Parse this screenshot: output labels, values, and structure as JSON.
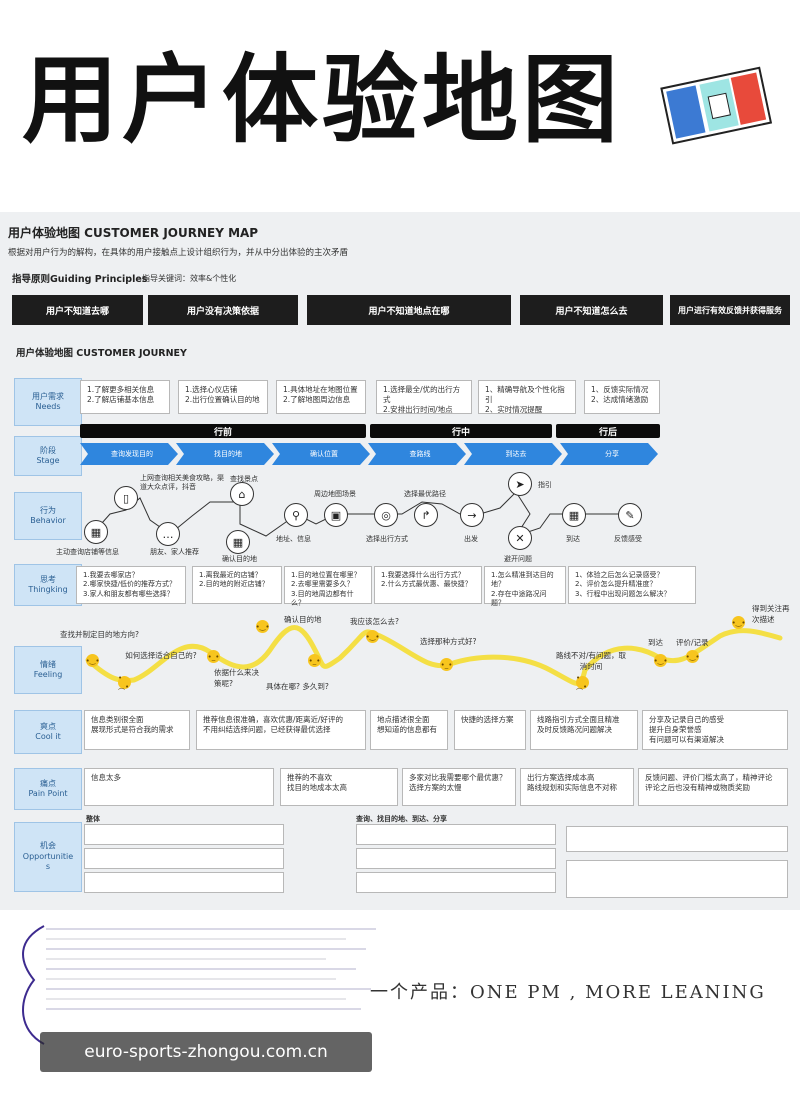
{
  "title": "用户体验地图",
  "header": {
    "title": "用户体验地图  CUSTOMER JOURNEY MAP",
    "subtitle": "根据对用户行为的解构，在具体的用户接触点上设计组织行为，并从中分出体验的主次矛盾",
    "principles_label": "指导原则Guiding Principles",
    "keywords": "指导关键词：效率&个性化"
  },
  "principles": [
    "用户不知道去哪",
    "用户没有决策依据",
    "用户不知道地点在哪",
    "用户不知道怎么去",
    "用户进行有效反馈并获得服务"
  ],
  "section_title": "用户体验地图  CUSTOMER JOURNEY",
  "rows": {
    "needs": "用户需求\nNeeds",
    "stage": "阶段\nStage",
    "behavior": "行为\nBehavior",
    "thinking": "思考\nThingking",
    "feeling": "情绪\nFeeling",
    "cool": "爽点\nCool it",
    "pain": "痛点\nPain Point",
    "opp": "机会\nOpportunitie\ns"
  },
  "needs": [
    "1.了解更多相关信息\n2.了解店铺基本信息",
    "1.选择心仪店铺\n2.出行位置确认目的地",
    "1.具体地址在地图位置\n2.了解地图周边信息",
    "1.选择最全/优的出行方式\n2.安排出行时间/地点",
    "1、精确导航及个性化指引\n2、实时情况提醒",
    "1、反馈实际情况\n2、达成情绪激励"
  ],
  "phases": [
    "行前",
    "行中",
    "行后"
  ],
  "stages": [
    "查询发现目的",
    "找目的地",
    "确认位置",
    "查路线",
    "到达去",
    "分享"
  ],
  "behavior": {
    "items": [
      "主动查询店铺等信息",
      "上网查询相关美食攻略，渠道大众点评，抖音",
      "朋友、家人推荐",
      "查找景点",
      "确认目的地",
      "地址、信息",
      "周边地图场景",
      "选择出行方式",
      "选择最优路径",
      "出发",
      "指引",
      "避开问题",
      "到达",
      "反馈感受"
    ]
  },
  "thinking": [
    "1.我要去哪家店？\n2.哪家快捷/低价的推荐方式？\n3.家人和朋友都有哪些选择？",
    "1.离我最近的店铺？\n2.目的地的附近店铺？",
    "1.目的地位置在哪里？\n2.去哪里需要多久？\n3.目的地周边都有什么？",
    "1.我要选择什么出行方式？\n2.什么方式最优惠、最快捷？",
    "1.怎么精准到达目的地？\n2.存在中途路况问题？",
    "1、体验之后怎么记录感受？\n2、评价怎么提升精准度？\n3、行程中出现问题怎么解决？"
  ],
  "feelings": [
    "查找并制定目的地方向?",
    "如何选择适合自己的?",
    "依据什么来决策呢?",
    "确认目的地",
    "具体在哪?  多久到?",
    "我应该怎么去?",
    "选择那种方式好?",
    "路线不对/有问题，取消时间",
    "到达",
    "评价/记录",
    "得到关注再次描述"
  ],
  "cool": [
    "信息类别很全面\n展现形式是符合我的需求",
    "推荐信息很准确，喜欢优惠/距离近/好评的\n不用纠结选择问题，已经获得最优选择",
    "地点描述很全面\n想知道的信息都有",
    "快捷的选择方案",
    "线路指引方式全面且精准\n及时反馈路况问题解决",
    "分享及记录自己的感受\n提升自身荣誉感\n有问题可以有渠道解决"
  ],
  "pain": [
    "信息太多",
    "推荐的不喜欢\n找目的地成本太高",
    "多家对比我需要哪个最优惠？\n选择方案的太慢",
    "出行方案选择成本高\n路线规划和实际信息不对称",
    "反馈问题、评价门槛太高了，精神评论\n评论之后也没有精神或物质奖励"
  ],
  "opp": {
    "left_title": "整体",
    "right_title": "查询、找目的地、到达、分享"
  },
  "footer": {
    "slogan": "一个产品：ONE PM , MORE LEANING",
    "watermark": "euro-sports-zhongou.com.cn"
  }
}
